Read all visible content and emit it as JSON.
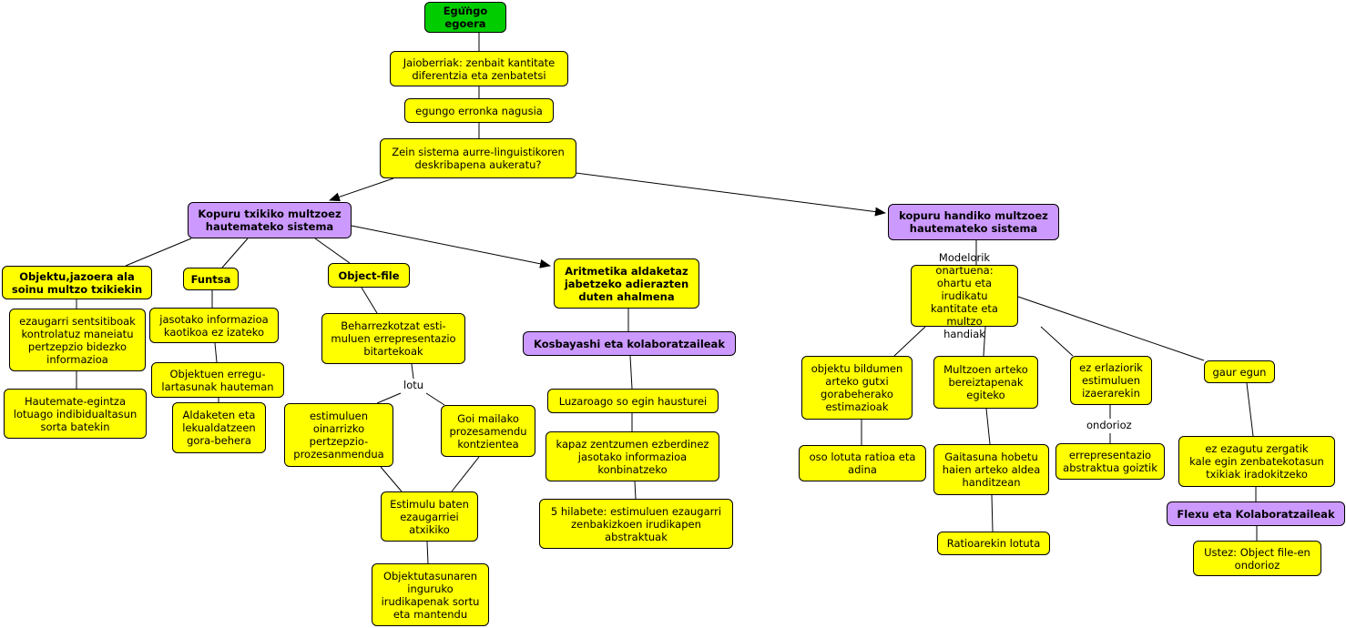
{
  "diagram": {
    "root": {
      "title": "Egungo egoera",
      "marker": "..."
    },
    "nodes": {
      "jaioberriak": "Jaioberriak: zenbait kantitate\ndiferentzia eta zenbatetsi",
      "erronka": "egungo erronka nagusia",
      "sistema": "Zein sistema aurre-linguistikoren\ndeskribapena aukeratu?",
      "txikiko": "Kopuru txikiko multzoez\nhautemateko sistema",
      "handiko": "kopuru handiko multzoez\nhautemateko sistema",
      "objektu_jazoera": "Objektu,jazoera ala\nsoinu multzo txikiekin",
      "funtsa": "Funtsa",
      "object_file": "Object-file",
      "aritmetika": "Aritmetika aldaketaz\njabetzeko adierazten\nduten ahalmena",
      "ezaugarri": "ezaugarri sentsitiboak\nkontrolatuz maneiatu\npertzepzio bidezko\ninformazioa",
      "hautemate": "Hautemate-egintza\nlotuago indibidualtasun\nsorta batekin",
      "jasotako": "jasotako informazioa\nkaotikoa ez izateko",
      "objektuen": "Objektuen erregu-\nlartasunak hauteman",
      "aldaketen": "Aldaketen eta\nlekualdatzeen\ngora-behera",
      "beharrezko": "Beharrezkotzat esti-\nmuluen errepresentazio\nbitartekoak",
      "estimuluen_oin": "estimuluen\noinarrizko\npertzepzio-\nprozesanmendua",
      "goi_mailako": "Goi mailako\nprozesamendu\nkontzientea",
      "estimulu_baten": "Estimulu baten\nezaugarriei\natxikiko",
      "objektutasun": "Objektutasunaren\ninguruko\nirudikapenak sortu\neta mantendu",
      "kosbayashi": "Kosbayashi eta kolaboratzaileak",
      "luzaroago": "Luzaroago so egin hausturei",
      "kapaz": "kapaz zentzumen ezberdinez\njasotako informazioa\nkonbinatzeko",
      "hilabete": "5 hilabete: estimuluen ezaugarri\nzenbakizkoen irudikapen\nabstraktuak",
      "modelorik": "Modelorik onartuena:\nohartu eta irudikatu\nkantitate eta multzo\nhandiak",
      "objektu_bildumen": "objektu bildumen\narteko gutxi\ngorabeherako\nestimazioak",
      "oso_lotuta": "oso lotuta ratioa eta\nadina",
      "multzoen": "Multzoen arteko\nbereiztapenak\negiteko",
      "gaitasuna": "Gaitasuna hobetu\nhaien arteko aldea\nhanditzean",
      "ratioarekin": "Ratioarekin lotuta",
      "ez_erlaziorik": "ez erlaziorik\nestimuluen\nizaerarekin",
      "errepresentazio": "errepresentazio\nabstraktua goiztik",
      "gaur_egun": "gaur egun",
      "ez_ezagutu": "ez ezagutu zergatik\nkale egin zenbatekotasun\ntxikiak iradokitzeko",
      "flexu": "Flexu eta Kolaboratzaileak",
      "ustez": "Ustez: Object file-en\nondorioz"
    },
    "links": {
      "lotu": "lotu",
      "ondorioz": "ondorioz"
    },
    "colors": {
      "root": "#00cc00",
      "concept": "#ffff00",
      "group": "#cc99ff",
      "line": "#000000"
    }
  }
}
